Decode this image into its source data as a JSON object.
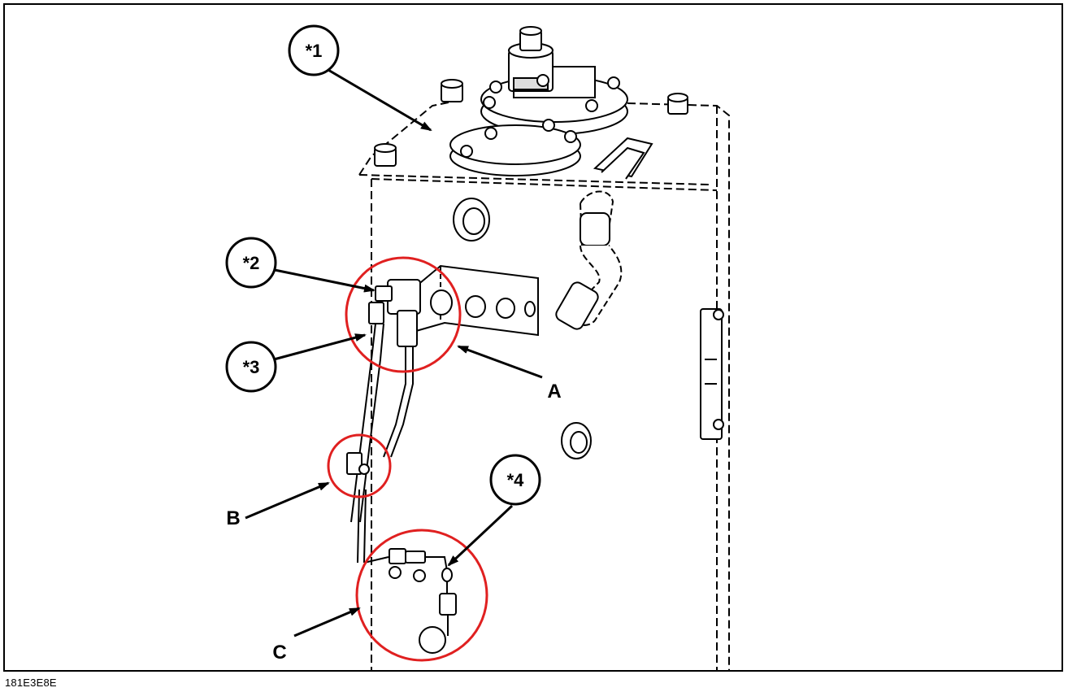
{
  "figure": {
    "code": "181E3E8E",
    "colors": {
      "line": "#000000",
      "highlight": "#e02020",
      "background": "#ffffff"
    }
  },
  "callouts": [
    {
      "id": "c1",
      "label": "*1"
    },
    {
      "id": "c2",
      "label": "*2"
    },
    {
      "id": "c3",
      "label": "*3"
    },
    {
      "id": "c4",
      "label": "*4"
    }
  ],
  "detail_labels": [
    {
      "id": "A",
      "label": "A"
    },
    {
      "id": "B",
      "label": "B"
    },
    {
      "id": "C",
      "label": "C"
    }
  ]
}
